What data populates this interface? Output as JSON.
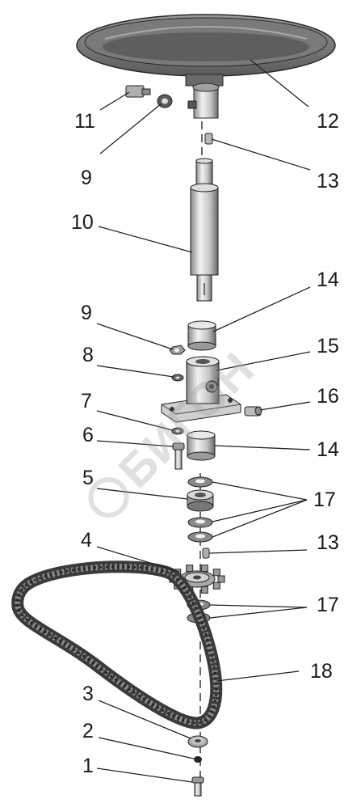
{
  "callouts": [
    "1",
    "2",
    "3",
    "4",
    "5",
    "6",
    "7",
    "8",
    "9",
    "9",
    "10",
    "11",
    "12",
    "13",
    "13",
    "14",
    "14",
    "15",
    "16",
    "17",
    "17",
    "18"
  ],
  "watermark": {
    "brand": "БИГОН",
    "registered_mark": "®"
  },
  "colors": {
    "metal_light": "#e6e6e6",
    "metal_mid": "#b8b8b8",
    "metal_dark": "#6e6e6e",
    "outline": "#222222",
    "watermark": "#9aa0a6"
  }
}
